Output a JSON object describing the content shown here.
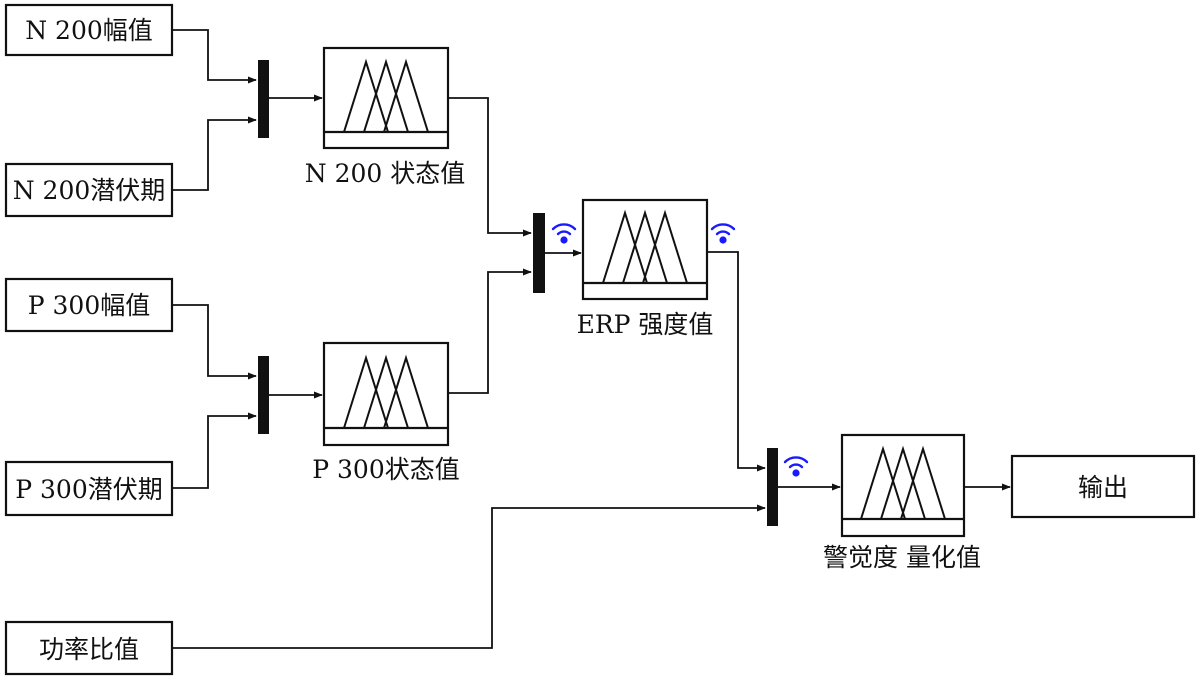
{
  "inputs": {
    "n200_amp": "N 200幅值",
    "n200_lat": "N 200潜伏期",
    "p300_amp": "P 300幅值",
    "p300_lat": "P 300潜伏期",
    "power_ratio": "功率比值"
  },
  "blocks": {
    "n200_state": "N 200 状态值",
    "p300_state": "P 300状态值",
    "erp_intensity": "ERP 强度值",
    "alertness": "警觉度 量化值"
  },
  "output": {
    "label": "输出"
  },
  "colors": {
    "line": "#111111",
    "signal_icon": "#1a1aff"
  },
  "icons": [
    "mux-bar",
    "fuzzy-membership-icon",
    "wifi-signal-icon",
    "arrow-head"
  ]
}
